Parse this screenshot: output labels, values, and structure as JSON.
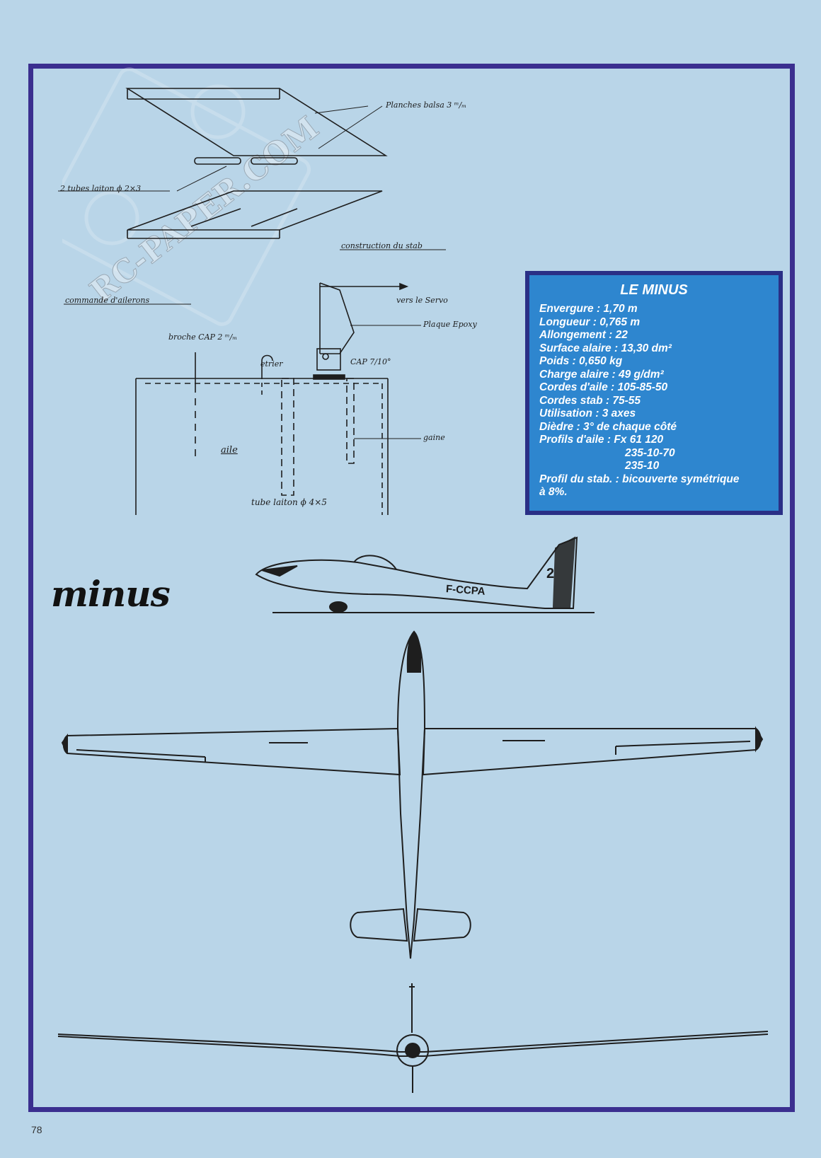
{
  "title": "minus",
  "page_number": "78",
  "watermark_text": "RC-PAPER.COM",
  "annotations": {
    "planches_balsa": "Planches balsa 3 ᵐ/ₘ",
    "tubes_laiton": "2 tubes laiton ϕ 2×3",
    "construction_stab": "construction du stab",
    "commande_ailerons": "commande d'ailerons",
    "vers_servo": "vers le Servo",
    "plaque_epoxy": "Plaque Epoxy",
    "broche_cap": "broche CAP 2 ᵐ/ₘ",
    "etrier": "etrier",
    "cap": "CAP 7/10°",
    "gaine": "gaine",
    "aile": "aile",
    "tube_laiton_4x5": "tube laiton ϕ 4×5"
  },
  "glider_registration": "F-CCPA",
  "glider_fin_number": "2",
  "specs": {
    "title": "LE MINUS",
    "lines": [
      "Envergure : 1,70 m",
      "Longueur : 0,765 m",
      "Allongement : 22",
      "Surface alaire : 13,30 dm²",
      "Poids : 0,650 kg",
      "Charge alaire : 49 g/dm²",
      "Cordes d'aile : 105-85-50",
      "Cordes stab : 75-55",
      "Utilisation : 3 axes",
      "Dièdre : 3° de chaque côté",
      "Profils d'aile : Fx 61 120"
    ],
    "continuation": [
      "235-10-70",
      "235-10"
    ],
    "last_lines": [
      "Profil du stab. : bicouverte symétrique",
      "à 8%."
    ]
  },
  "colors": {
    "background": "#b9d5e8",
    "frame": "#3b2f8f",
    "spec_box": "#2e86cf"
  }
}
